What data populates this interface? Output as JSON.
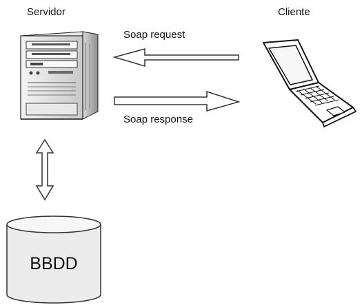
{
  "server": {
    "label": "Servidor"
  },
  "client": {
    "label": "Cliente"
  },
  "request": {
    "label": "Soap request"
  },
  "response": {
    "label": "Soap response"
  },
  "database": {
    "label": "BBDD"
  },
  "icons": {
    "server": "desktop-tower-icon",
    "client": "laptop-icon",
    "database": "database-cylinder-icon"
  },
  "colors": {
    "outline": "#4a4a4a",
    "arrow_outline": "#333333",
    "background": "#ffffff",
    "tower_shade": "#b4b4b4"
  }
}
